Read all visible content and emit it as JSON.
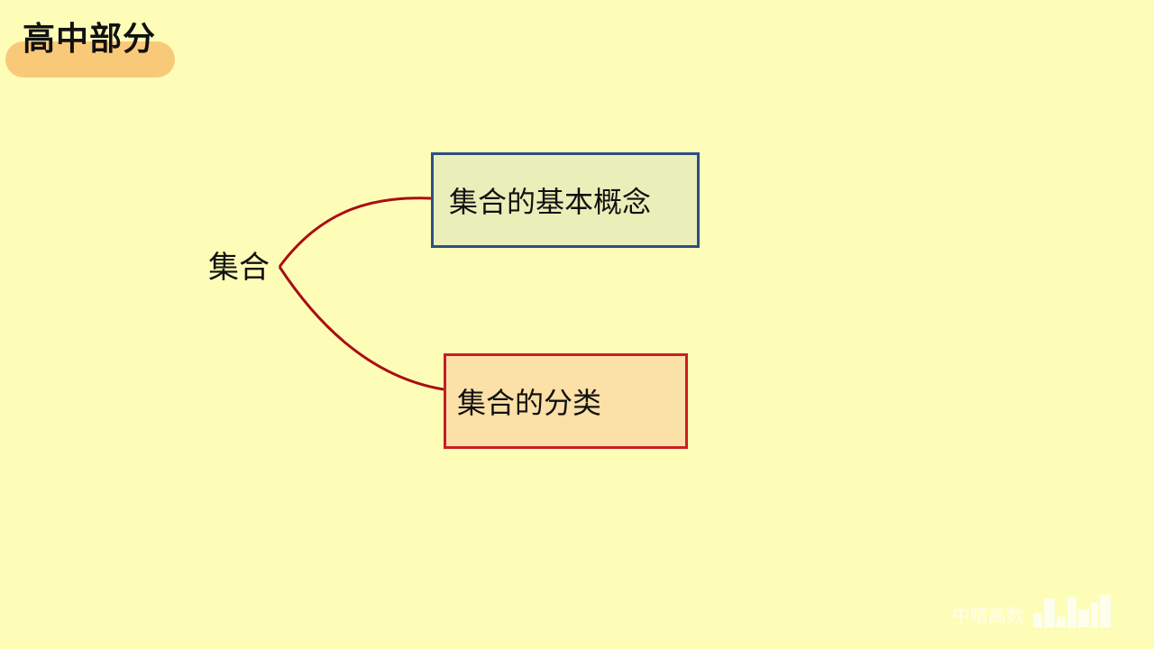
{
  "title": "高中部分",
  "mindmap": {
    "root": "集合",
    "children": [
      {
        "label": "集合的基本概念"
      },
      {
        "label": "集合的分类"
      }
    ]
  },
  "watermark": {
    "text": "中晴高数",
    "logo_icon": "bar-logo-icon"
  },
  "colors": {
    "background": "#fefdb8",
    "title_pill": "#f9c97a",
    "connector": "#a80f13",
    "concept_fill": "#eaefb9",
    "concept_border": "#2e4d86",
    "classify_fill": "#fbe0a7",
    "classify_border": "#c81e22"
  }
}
